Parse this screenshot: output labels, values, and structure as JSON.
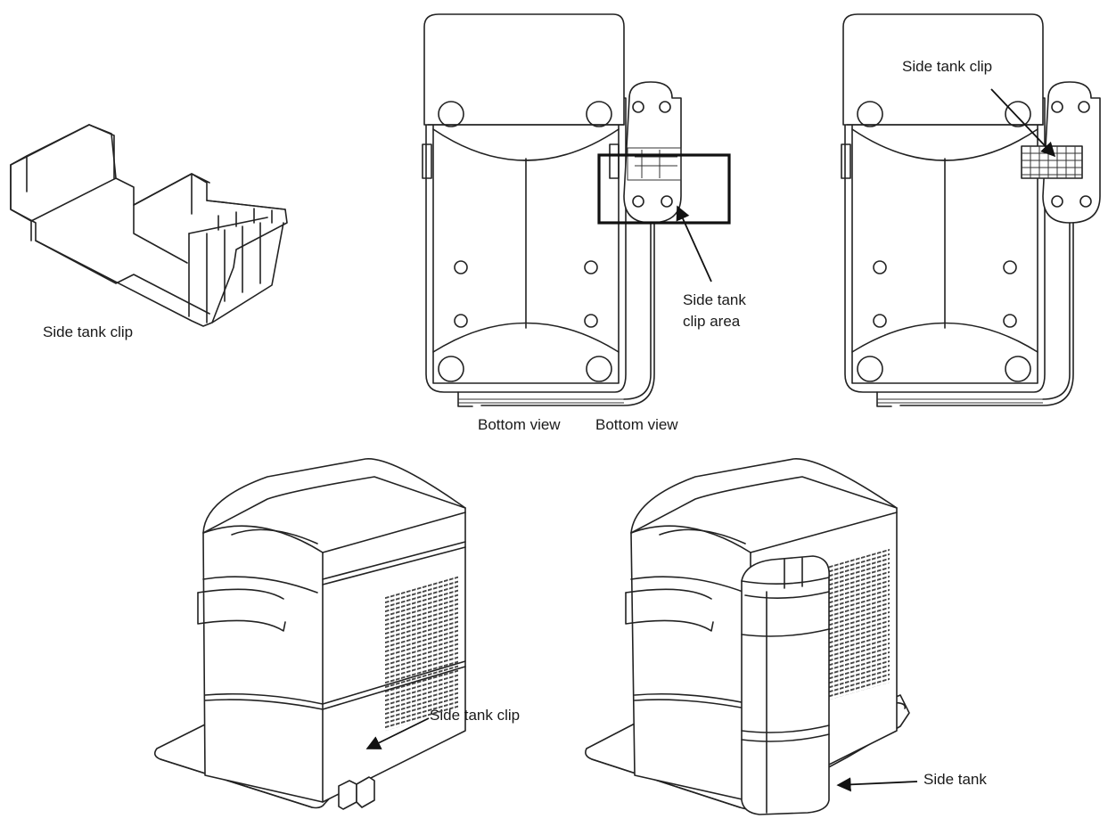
{
  "labels": {
    "clip_part": "Side tank clip",
    "bottom_view_1": "Bottom view",
    "bottom_view_2": "Bottom view",
    "clip_area_line1": "Side tank",
    "clip_area_line2": "clip area",
    "clip_installed": "Side tank clip",
    "clip_on_base": "Side tank clip",
    "side_tank": "Side tank"
  }
}
